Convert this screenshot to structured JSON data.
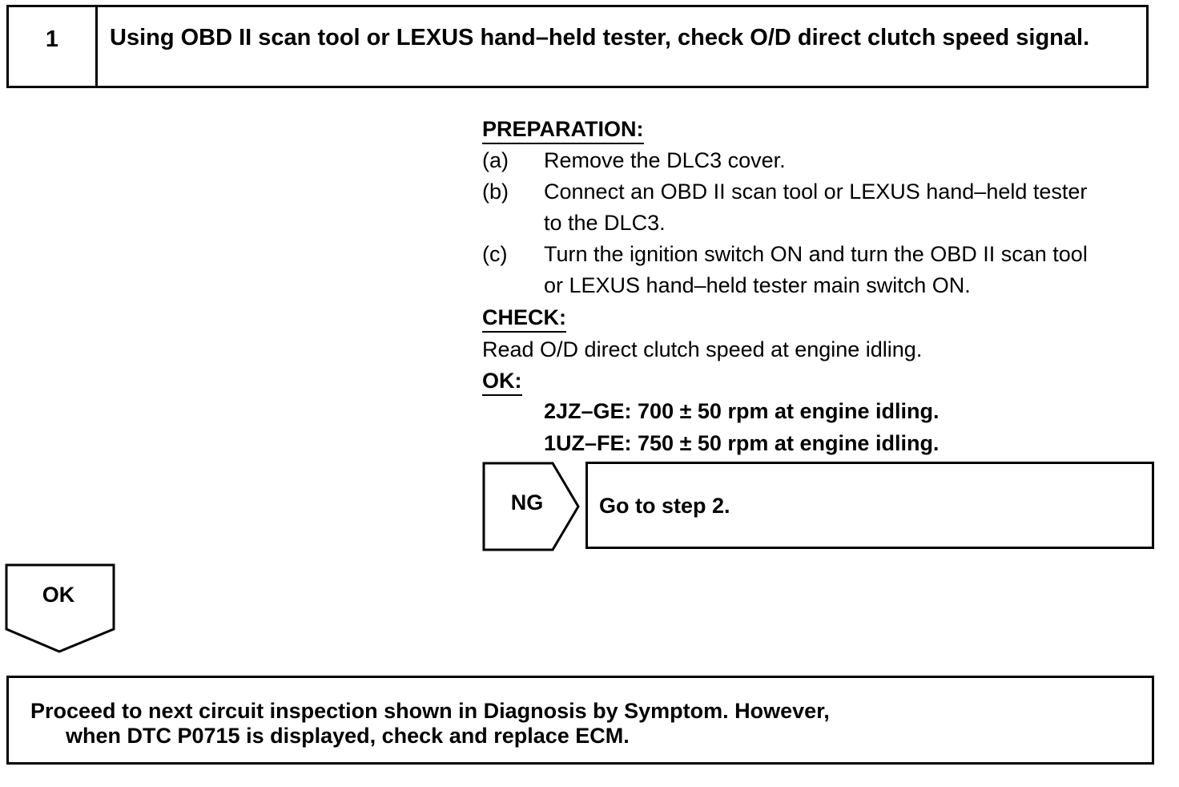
{
  "step": {
    "number": "1",
    "title": "Using OBD II scan tool or LEXUS hand–held tester, check O/D direct clutch speed signal."
  },
  "preparation": {
    "heading": "PREPARATION:",
    "items": [
      {
        "letter": "(a)",
        "text": "Remove the DLC3 cover."
      },
      {
        "letter": "(b)",
        "text_line1": "Connect an OBD II scan tool or LEXUS hand–held tester",
        "text_line2": "to the DLC3."
      },
      {
        "letter": "(c)",
        "text_line1": "Turn the ignition switch ON and turn the OBD II scan tool",
        "text_line2": "or LEXUS hand–held tester main switch ON."
      }
    ]
  },
  "check": {
    "heading": "CHECK:",
    "text": "Read O/D direct clutch speed at engine idling."
  },
  "ok_spec": {
    "heading": "OK:",
    "lines": [
      "2JZ–GE: 700 ± 50 rpm at engine idling.",
      "1UZ–FE: 750 ± 50 rpm at engine idling."
    ]
  },
  "ng_branch": {
    "label": "NG",
    "result": "Go to step 2."
  },
  "ok_branch": {
    "label": "OK"
  },
  "final": {
    "line1": "Proceed to next circuit inspection shown in Diagnosis by Symptom. However,",
    "line2": "when DTC P0715 is displayed, check and replace ECM."
  }
}
